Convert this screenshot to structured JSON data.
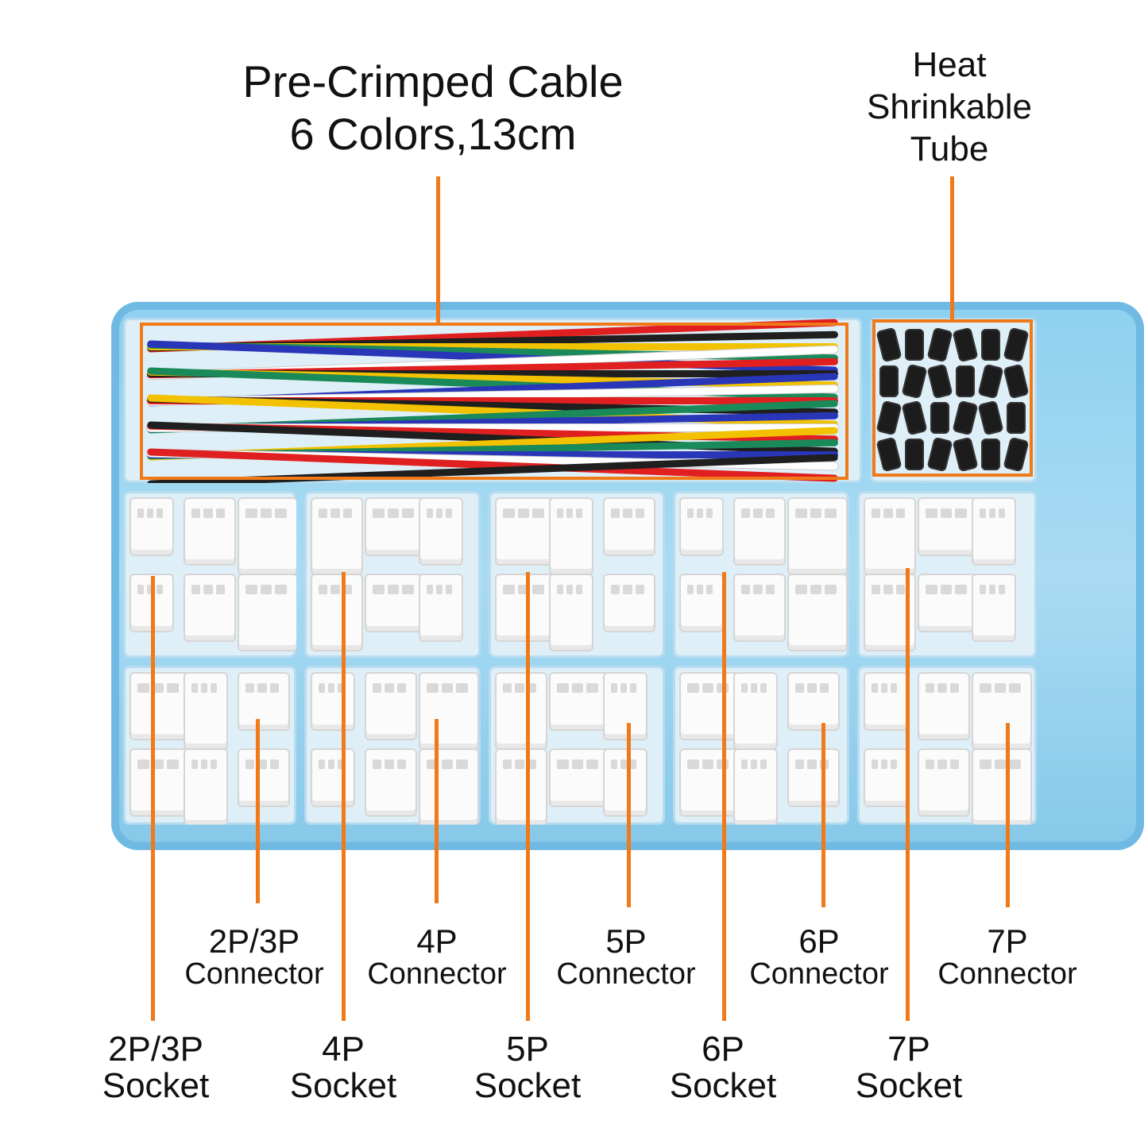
{
  "header": {
    "cable_title": "Pre-Crimped Cable",
    "cable_subtitle": "6 Colors,13cm",
    "heat_line1": "Heat",
    "heat_line2": "Shrinkable",
    "heat_line3": "Tube"
  },
  "connectors": [
    {
      "num": "2P/3P",
      "word": "Connector"
    },
    {
      "num": "4P",
      "word": "Connector"
    },
    {
      "num": "5P",
      "word": "Connector"
    },
    {
      "num": "6P",
      "word": "Connector"
    },
    {
      "num": "7P",
      "word": "Connector"
    }
  ],
  "sockets": [
    {
      "num": "2P/3P",
      "word": "Socket"
    },
    {
      "num": "4P",
      "word": "Socket"
    },
    {
      "num": "5P",
      "word": "Socket"
    },
    {
      "num": "6P",
      "word": "Socket"
    },
    {
      "num": "7P",
      "word": "Socket"
    }
  ],
  "colors": {
    "leader": "#f07a1a",
    "tray": "#8fd0f0",
    "wires": [
      "#e02020",
      "#1f1f1f",
      "#f2c200",
      "#1a8a5a",
      "#2a36b8",
      "#ffffff"
    ]
  }
}
